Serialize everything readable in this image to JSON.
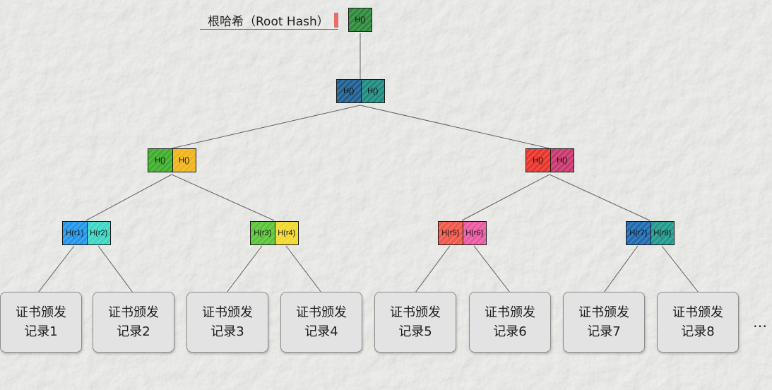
{
  "root_label": "根哈希（Root Hash）",
  "ellipsis": "…",
  "colors": {
    "root": "#2e8a3a",
    "l1_left": "#1f5e8e",
    "l1_right": "#1f8a80",
    "l2a_left": "#3fae2c",
    "l2a_right": "#f0b41c",
    "l2b_left": "#e8352b",
    "l2b_right": "#c8386e",
    "r1": "#2596e8",
    "r2": "#3fd6c4",
    "r3": "#5cc43a",
    "r4": "#f2d930",
    "r5": "#f0584a",
    "r6": "#ea5aa2",
    "r7": "#1f6ab0",
    "r8": "#22998c"
  },
  "nodes": {
    "root": "H()",
    "level1": [
      "H()",
      "H()"
    ],
    "level2": [
      [
        "H()",
        "H()"
      ],
      [
        "H()",
        "H()"
      ]
    ],
    "level3": [
      [
        "H(r1)",
        "H(r2)"
      ],
      [
        "H(r3)",
        "H(r4)"
      ],
      [
        "H(r5)",
        "H(r6)"
      ],
      [
        "H(r7)",
        "H(r8)"
      ]
    ]
  },
  "leaves": [
    {
      "line1": "证书颁发",
      "line2": "记录1"
    },
    {
      "line1": "证书颁发",
      "line2": "记录2"
    },
    {
      "line1": "证书颁发",
      "line2": "记录3"
    },
    {
      "line1": "证书颁发",
      "line2": "记录4"
    },
    {
      "line1": "证书颁发",
      "line2": "记录5"
    },
    {
      "line1": "证书颁发",
      "line2": "记录6"
    },
    {
      "line1": "证书颁发",
      "line2": "记录7"
    },
    {
      "line1": "证书颁发",
      "line2": "记录8"
    }
  ]
}
